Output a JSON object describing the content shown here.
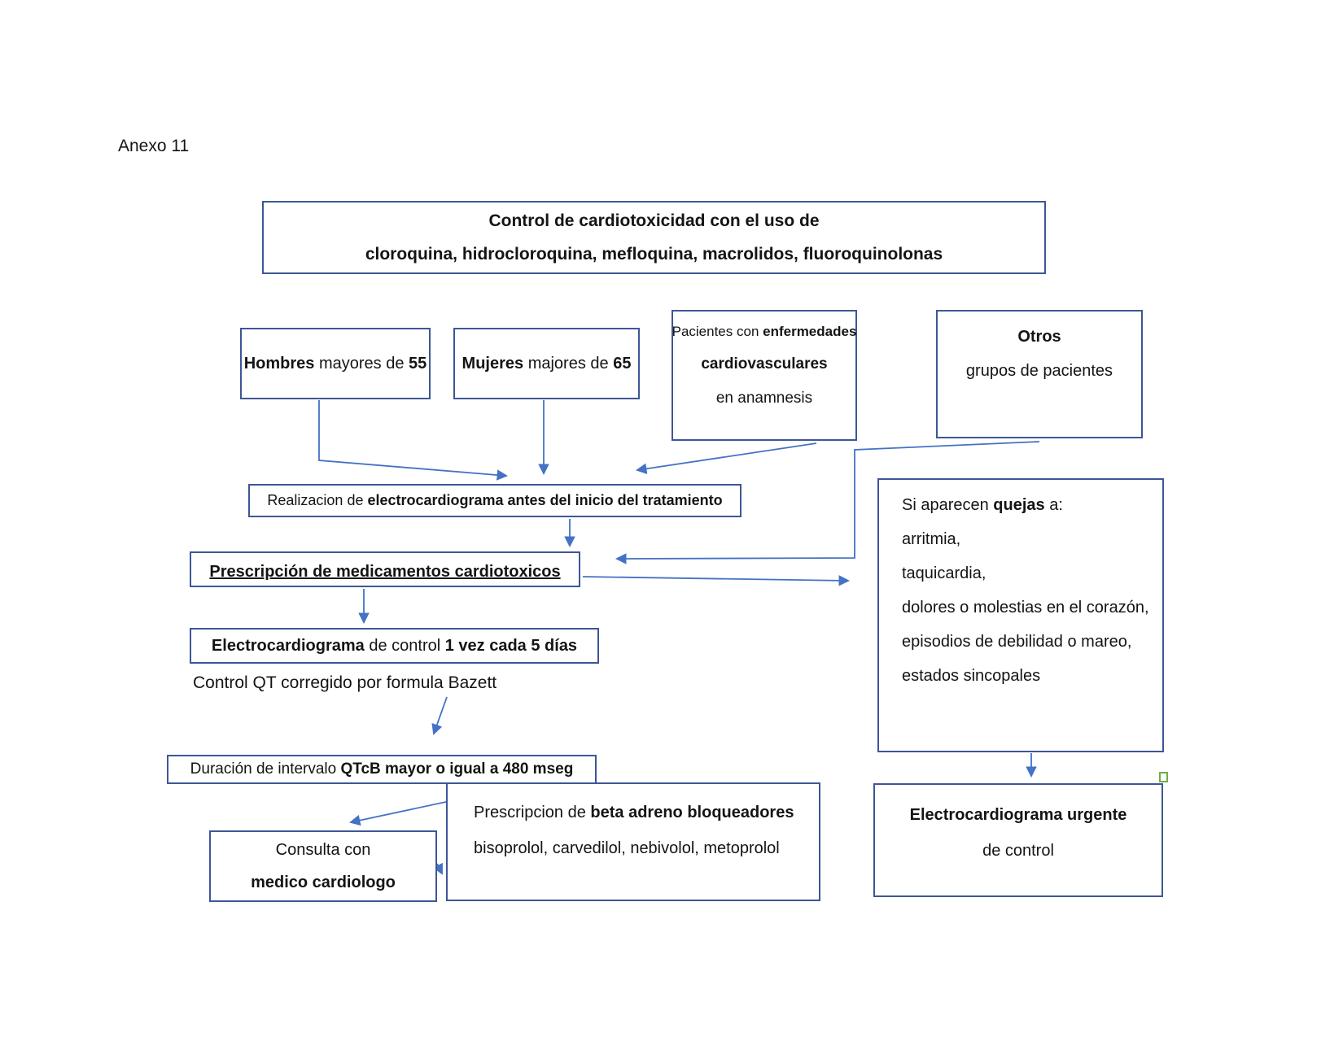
{
  "page": {
    "label": "Anexo 11"
  },
  "colors": {
    "box_border": "#3e5697",
    "arrow": "#4472c4",
    "corner_marker_green": "#70ad47",
    "text": "#141414"
  },
  "nodes": {
    "title": {
      "line1": "Control de cardiotoxicidad con el uso de",
      "line2": "cloroquina, hidrocloroquina, mefloquina, macrolidos, fluoroquinolonas"
    },
    "hombres": {
      "bold1": "Hombres",
      "mid": " mayores de ",
      "bold2": "55"
    },
    "mujeres": {
      "bold1": "Mujeres",
      "mid": " majores de ",
      "bold2": "65"
    },
    "pacientes": {
      "pre": "Pacientes con ",
      "bold1": "enfermedades",
      "bold2": "cardiovasculares",
      "line3": "en anamnesis"
    },
    "otros": {
      "bold1": "Otros",
      "line2": "grupos de pacientes"
    },
    "realizacion": {
      "pre": "Realizacion de ",
      "bold": "electrocardiograma antes del inicio del tratamiento"
    },
    "prescripcion": {
      "bold": "Prescripción de medicamentos cardiotoxicos"
    },
    "ecg_control": {
      "bold1": "Electrocardiograma",
      "mid": " de control ",
      "bold2": "1 vez cada 5 días"
    },
    "control_qt": {
      "text": "Control QT corregido por formula Bazett"
    },
    "qtcb": {
      "pre": "Duración de intervalo ",
      "bold": "QTcB mayor o igual a 480 mseg"
    },
    "consulta": {
      "line1": "Consulta con",
      "bold": "medico cardiologo"
    },
    "beta": {
      "pre": "Prescripcion de ",
      "bold": "beta adreno bloqueadores",
      "line2": "bisoprolol, carvedilol, nebivolol, metoprolol"
    },
    "quejas": {
      "pre": "Si aparecen ",
      "bold": "quejas",
      "post": " a:",
      "items": [
        "arritmia,",
        "taquicardia,",
        "dolores o molestias en el corazón,",
        "episodios de debilidad o mareo,",
        "estados sincopales"
      ]
    },
    "urgente": {
      "bold": "Electrocardiograma urgente",
      "line2": "de control"
    }
  }
}
